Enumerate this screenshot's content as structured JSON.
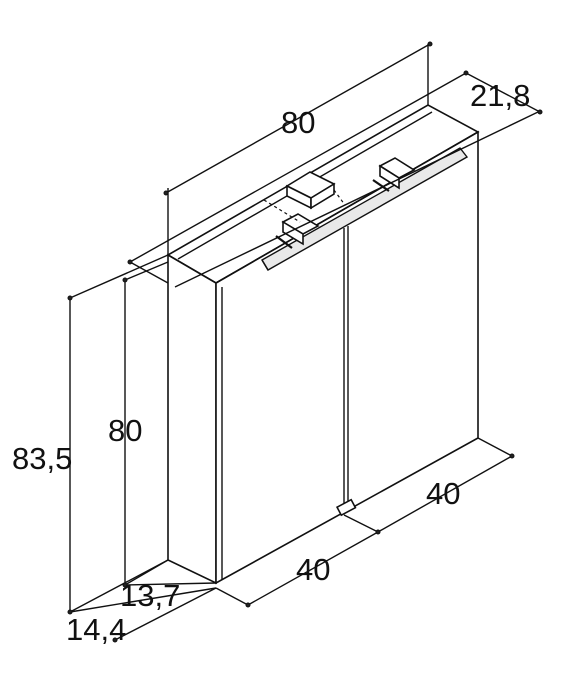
{
  "dimensions": {
    "width_top": "80",
    "depth_top": "21,8",
    "height_total": "83,5",
    "height_body": "80",
    "depth_body": "13,7",
    "depth_total": "14,4",
    "door_left": "40",
    "door_right": "40"
  },
  "colors": {
    "stroke": "#111111",
    "background": "#ffffff"
  }
}
